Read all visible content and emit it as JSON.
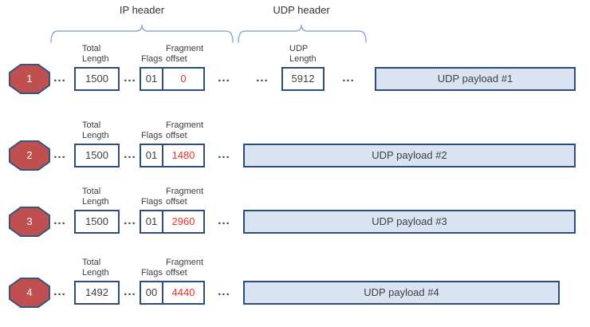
{
  "headers": {
    "ip": "IP header",
    "udp": "UDP header"
  },
  "field_labels": {
    "total_length": "Total Length",
    "flags": "Flags",
    "fragment_offset": "Fragment offset",
    "udp_length": "UDP Length"
  },
  "ellipsis": "...",
  "rows": [
    {
      "id": "1",
      "total_length": "1500",
      "flags": "01",
      "fragment_offset": "0",
      "udp_length": "5912",
      "payload": "UDP payload #1"
    },
    {
      "id": "2",
      "total_length": "1500",
      "flags": "01",
      "fragment_offset": "1480",
      "payload": "UDP payload #2"
    },
    {
      "id": "3",
      "total_length": "1500",
      "flags": "01",
      "fragment_offset": "2960",
      "payload": "UDP payload #3"
    },
    {
      "id": "4",
      "total_length": "1492",
      "flags": "00",
      "fragment_offset": "4440",
      "payload": "UDP payload #4"
    }
  ],
  "colors": {
    "box_border": "#2E4D7E",
    "payload_fill": "#DAE3F1",
    "fragment_offset_text": "#EE3124",
    "octagon_fill": "#C04F4F",
    "octagon_border": "#35567F",
    "brace": "#8FAADC",
    "text": "#404040"
  }
}
